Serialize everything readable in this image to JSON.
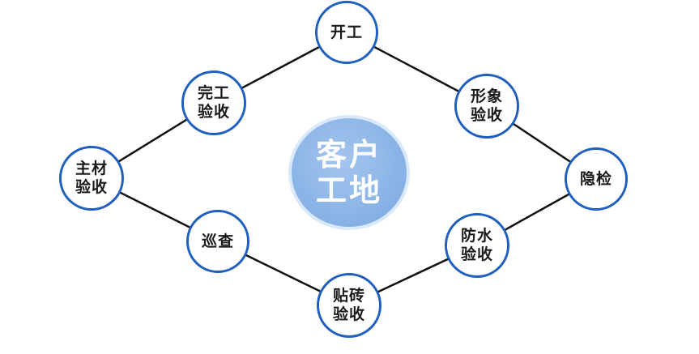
{
  "center": {
    "line1": "客户",
    "line2": "工地"
  },
  "nodes": {
    "kaigong": {
      "label": "开工"
    },
    "xingxiang": {
      "line1": "形象",
      "line2": "验收"
    },
    "yinjian": {
      "label": "隐检"
    },
    "fangshui": {
      "line1": "防水",
      "line2": "验收"
    },
    "tiezhuan": {
      "line1": "贴砖",
      "line2": "验收"
    },
    "xuncha": {
      "label": "巡查"
    },
    "zhucai": {
      "line1": "主材",
      "line2": "验收"
    },
    "wangong": {
      "line1": "完工",
      "line2": "验收"
    }
  },
  "colors": {
    "node_border": "#1f5fbf",
    "center_fill": "#86b1e5",
    "line": "#111111"
  }
}
